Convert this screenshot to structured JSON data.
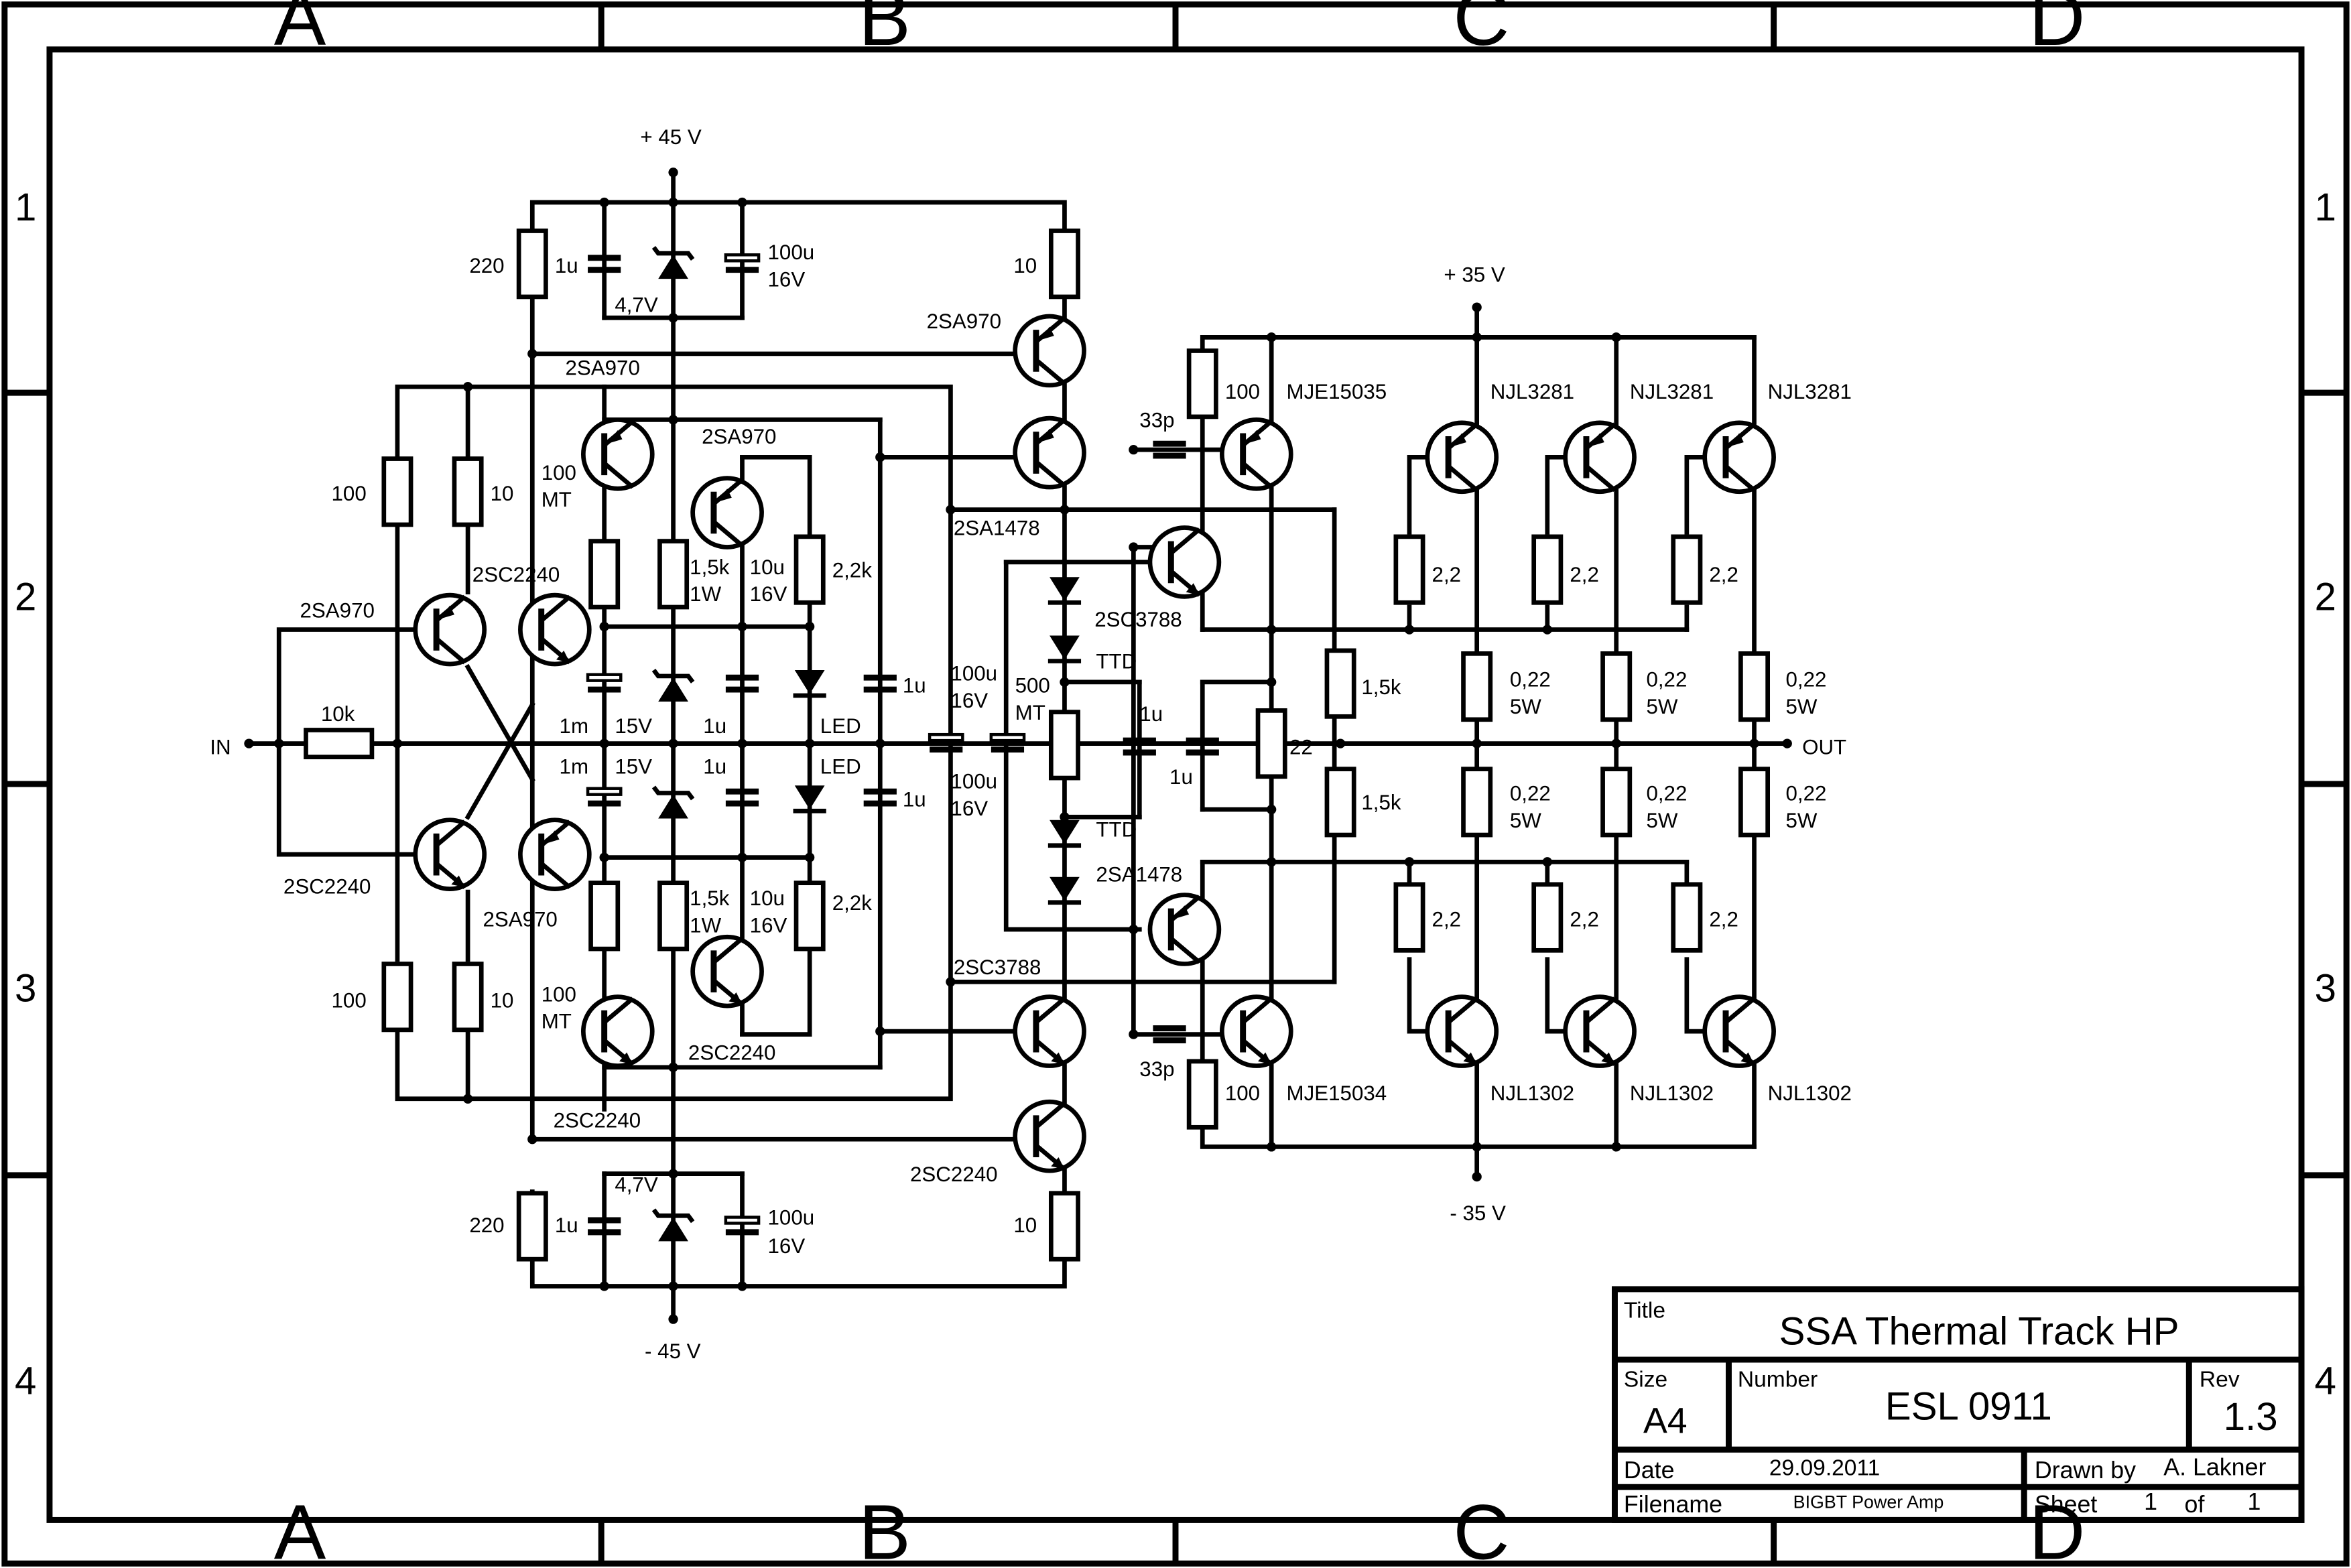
{
  "frame": {
    "columns": [
      "A",
      "B",
      "C",
      "D"
    ],
    "rows": [
      "1",
      "2",
      "3",
      "4"
    ]
  },
  "rails": {
    "pos45": "+ 45 V",
    "neg45": "- 45 V",
    "pos35": "+ 35 V",
    "neg35": "- 35 V",
    "input": "IN",
    "output": "OUT"
  },
  "components": {
    "r220_top": "220",
    "c1u_top": "1u",
    "z47_top": "4,7V",
    "c100u_top": "100u",
    "c100u_top_v": "16V",
    "r10_top": "10",
    "q_2sa970_top_r": "2SA970",
    "q_2sa970_top_l": "2SA970",
    "q_2sa970_mid": "2SA970",
    "r100_a2": "100",
    "r10_a2": "10",
    "r100mt_top": "100",
    "r100mt_top_mt": "MT",
    "r15k_1w_top": "1,5k",
    "r15k_1w_top_w": "1W",
    "c10u_top": "10u",
    "c10u_top_v": "16V",
    "r22k_top": "2,2k",
    "q_2sc2240_in": "2SC2240",
    "q_2sa970_in": "2SA970",
    "c1m_top": "1m",
    "z15_top": "15V",
    "c1u_b2": "1u",
    "led_top": "LED",
    "c1u_b2r": "1u",
    "r10k_in": "10k",
    "c1m_bot": "1m",
    "z15_bot": "15V",
    "c1u_b3": "1u",
    "led_bot": "LED",
    "c1u_b3r": "1u",
    "q_2sc2240_in2": "2SC2240",
    "q_2sa970_in2": "2SA970",
    "r100_a3": "100",
    "r10_a3": "10",
    "r100mt_bot": "100",
    "r100mt_bot_mt": "MT",
    "r15k_1w_bot": "1,5k",
    "r15k_1w_bot_w": "1W",
    "c10u_bot": "10u",
    "c10u_bot_v": "16V",
    "r22k_bot": "2,2k",
    "q_2sc2240_mid": "2SC2240",
    "q_2sc2240_bot_l": "2SC2240",
    "q_2sc2240_bot_r": "2SC2240",
    "r220_bot": "220",
    "c1u_bot": "1u",
    "z47_bot": "4,7V",
    "c100u_bot": "100u",
    "c100u_bot_v": "16V",
    "r10_bot": "10",
    "c100u_c_top": "100u",
    "c100u_c_top_v": "16V",
    "c100u_c_bot": "100u",
    "c100u_c_bot_v": "16V",
    "q_2sa1478_top": "2SA1478",
    "q_2sc3788_top": "2SC3788",
    "ttd_top": "TTD",
    "r500mt": "500",
    "r500mt_mt": "MT",
    "c1u_vbe": "1u",
    "c1u_vbe2": "1u",
    "ttd_bot": "TTD",
    "q_2sa1478_bot": "2SA1478",
    "q_2sc3788_bot": "2SC3788",
    "c33p_top": "33p",
    "r100_drv_top": "100",
    "q_mje15035": "MJE15035",
    "r22_mid": "22",
    "r15k_top": "1,5k",
    "r15k_bot": "1,5k",
    "c33p_bot": "33p",
    "r100_drv_bot": "100",
    "q_mje15034": "MJE15034",
    "q_njl3281_1": "NJL3281",
    "q_njl3281_2": "NJL3281",
    "q_njl3281_3": "NJL3281",
    "r22_p1": "2,2",
    "r22_p2": "2,2",
    "r22_p3": "2,2",
    "re_p1": "0,22",
    "re_p1_w": "5W",
    "re_p2": "0,22",
    "re_p2_w": "5W",
    "re_p3": "0,22",
    "re_p3_w": "5W",
    "re_n1": "0,22",
    "re_n1_w": "5W",
    "re_n2": "0,22",
    "re_n2_w": "5W",
    "re_n3": "0,22",
    "re_n3_w": "5W",
    "r22_n1": "2,2",
    "r22_n2": "2,2",
    "r22_n3": "2,2",
    "q_njl1302_1": "NJL1302",
    "q_njl1302_2": "NJL1302",
    "q_njl1302_3": "NJL1302"
  },
  "title_block": {
    "title_label": "Title",
    "title": "SSA Thermal Track HP",
    "size_label": "Size",
    "size": "A4",
    "number_label": "Number",
    "number": "ESL 0911",
    "rev_label": "Rev",
    "rev": "1.3",
    "date_label": "Date",
    "date": "29.09.2011",
    "drawn_label": "Drawn by",
    "drawn_by": "A. Lakner",
    "filename_label": "Filename",
    "filename": "BIGBT Power Amp",
    "sheet_label": "Sheet",
    "sheet": "1",
    "of_label": "of",
    "of": "1"
  }
}
